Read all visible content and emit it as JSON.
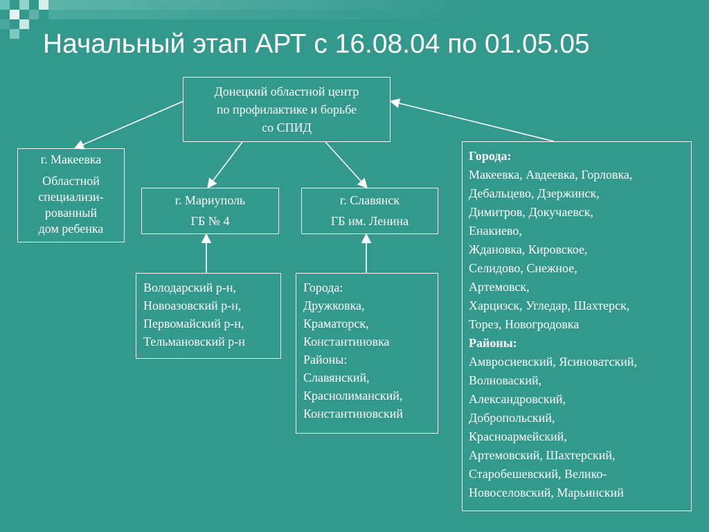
{
  "title": "Начальный этап АРТ с 16.08.04 по 01.05.05",
  "center": {
    "lines": [
      "Донецкий областной центр",
      "по профилактике и борьбе",
      "со СПИД"
    ]
  },
  "makeevka": {
    "heading": "г. Макеевка",
    "lines": [
      "Областной",
      "специализи-",
      "рованный",
      "дом ребенка"
    ]
  },
  "mariupol": {
    "heading": "г. Мариуполь",
    "sub": "ГБ № 4"
  },
  "slavyansk": {
    "heading": "г. Славянск",
    "sub": "ГБ им. Ленина"
  },
  "mariupol_districts": {
    "lines": [
      "Володарский р-н,",
      "Новоазовский р-н,",
      "Первомайский р-н,",
      "Тельмановский р-н"
    ]
  },
  "slavyansk_area": {
    "lines": [
      "Города:",
      "Дружковка,",
      "Краматорск,",
      "Константиновка",
      "Районы:",
      "Славянский,",
      "Краснолиманский,",
      "Константиновский"
    ]
  },
  "right_box": {
    "cities_heading": "Города:",
    "cities": [
      "Макеевка, Авдеевка, Горловка,",
      "Дебальцево, Дзержинск,",
      "Димитров, Докучаевск,",
      "Енакиево,",
      "Ждановка, Кировское,",
      "Селидово, Снежное,",
      "Артемовск,",
      "Харцизск, Угледар, Шахтерск,",
      "Торез, Новогродовка"
    ],
    "districts_heading": "Районы:",
    "districts": [
      "Амвросиевский, Ясиноватский,",
      "Волноваский,",
      "Александровский,",
      "Добропольский,",
      "Красноармейский,",
      "Артемовский, Шахтерский,",
      "Старобешевский, Велико-",
      "Новоселовский, Марьинский"
    ]
  }
}
